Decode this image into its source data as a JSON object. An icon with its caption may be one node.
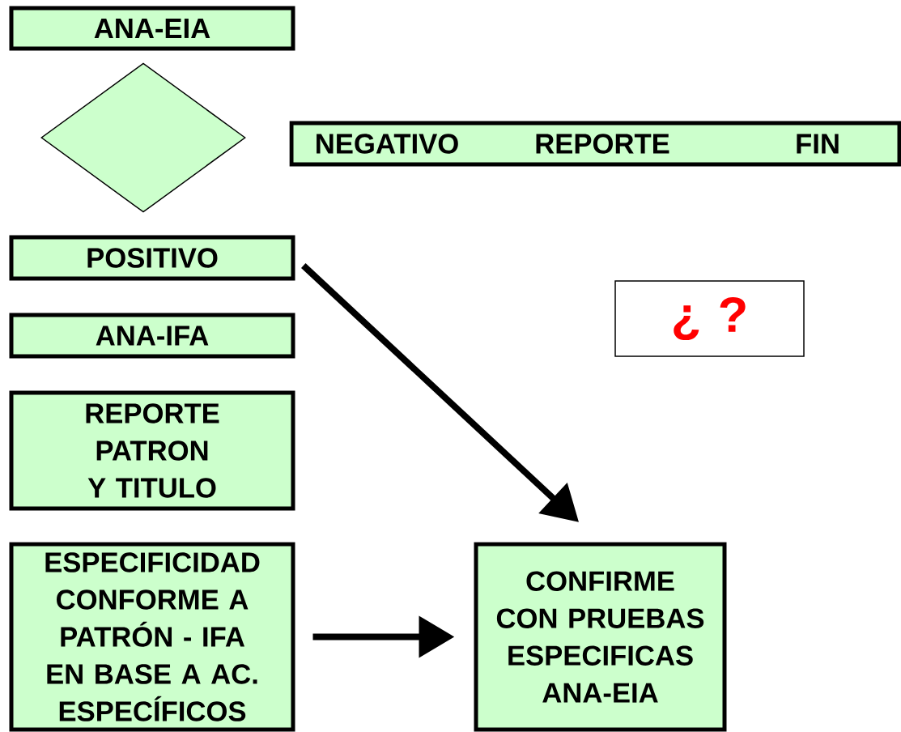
{
  "diagram": {
    "nodes": [
      {
        "text": [
          "ANA-EIA"
        ]
      },
      {
        "text": [],
        "shape": "diamond"
      },
      {
        "text": [
          "NEGATIVO",
          "REPORTE",
          "FIN"
        ]
      },
      {
        "text": [
          "POSITIVO"
        ]
      },
      {
        "text": [
          "ANA-IFA"
        ]
      },
      {
        "text": [
          "REPORTE PATRON Y TITULO"
        ]
      },
      {
        "text": [
          "ESPECIFICIDAD CONFORME A PATRÓN - IFA EN BASE A AC. ESPECÍFICOS"
        ]
      },
      {
        "text": [
          "¿ ?"
        ]
      },
      {
        "text": [
          "CONFIRME CON PRUEBAS ESPECIFICAS ANA-EIA"
        ]
      }
    ],
    "edges": [
      {
        "from": 3,
        "to": 8,
        "arrow": "to"
      },
      {
        "from": 6,
        "to": 8,
        "arrow": "to"
      }
    ]
  }
}
